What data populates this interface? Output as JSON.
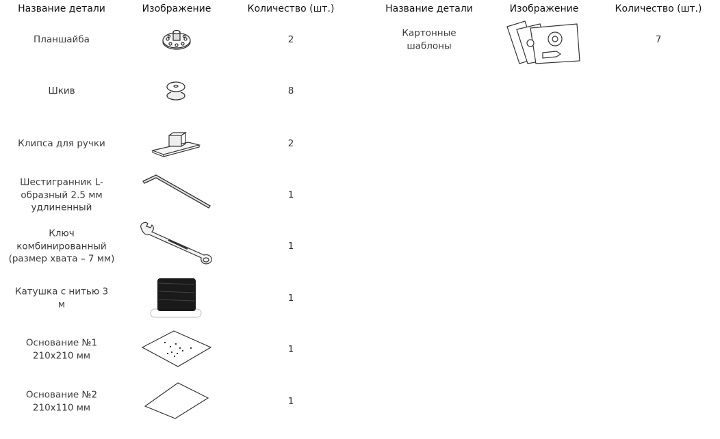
{
  "headers": [
    "Название детали",
    "Изображение",
    "Количество (шт.)"
  ],
  "left_rows": [
    {
      "name": "Планшайба",
      "qty": "2",
      "icon": "faceplate-icon"
    },
    {
      "name": "Шкив",
      "qty": "8",
      "icon": "pulley-icon"
    },
    {
      "name": "Клипса для ручки",
      "qty": "2",
      "icon": "handle-clip-icon"
    },
    {
      "name": "Шестигранник L-образный 2.5 мм удлиненный",
      "qty": "1",
      "icon": "hex-key-icon"
    },
    {
      "name": "Ключ комбинированный (размер хвата – 7 мм)",
      "qty": "1",
      "icon": "wrench-icon"
    },
    {
      "name": "Катушка с нитью 3 м",
      "qty": "1",
      "icon": "thread-spool-icon"
    },
    {
      "name": "Основание №1 210х210 мм",
      "qty": "1",
      "icon": "base-plate-1-icon"
    },
    {
      "name": "Основание №2 210х110 мм",
      "qty": "1",
      "icon": "base-plate-2-icon"
    }
  ],
  "right_rows": [
    {
      "name": "Картонные шаблоны",
      "qty": "7",
      "icon": "cardboard-templates-icon"
    }
  ]
}
